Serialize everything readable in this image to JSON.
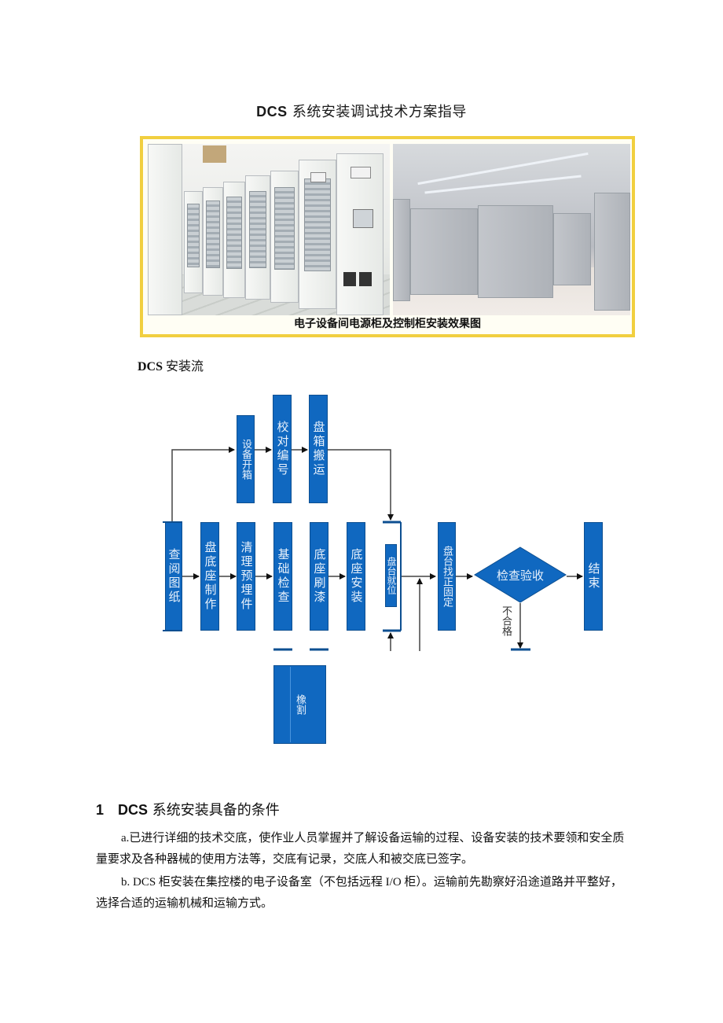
{
  "document": {
    "title_prefix": "DCS",
    "title_rest": " 系统安装调试技术方案指导",
    "figure": {
      "caption": "电子设备间电源柜及控制柜安装效果图",
      "left_photo": "equipment-room-power-cabinets-photo",
      "right_photo": "control-cabinet-room-photo",
      "frame_color": "#f1cf3f"
    },
    "flow_heading_prefix": "DCS",
    "flow_heading_rest": " 安装流",
    "flowchart": {
      "box_color": "#1068c0",
      "top_row": [
        {
          "id": "unpack",
          "label": "设备开箱"
        },
        {
          "id": "verify",
          "label": "校对编号"
        },
        {
          "id": "transport",
          "label": "盘箱搬运"
        }
      ],
      "main_row": [
        {
          "id": "review",
          "label": "查阅图纸"
        },
        {
          "id": "base-make",
          "label": "盘底座制作"
        },
        {
          "id": "clean",
          "label": "清理预埋件"
        },
        {
          "id": "foundation",
          "label": "基础检查"
        },
        {
          "id": "paint",
          "label": "底座刷漆"
        },
        {
          "id": "base-install",
          "label": "底座安装"
        },
        {
          "id": "position",
          "label": "盘台就位"
        },
        {
          "id": "align",
          "label": "盘台找正固定"
        }
      ],
      "decision": {
        "label": "检查验收",
        "reject_label": "不合格"
      },
      "end": {
        "label": "结束"
      },
      "bottom_box": {
        "label": "橡割"
      }
    },
    "section1": {
      "number": "1",
      "title_prefix": "DCS",
      "title_rest": " 系统安装具备的条件",
      "paragraphs": [
        "a.已进行详细的技术交底，使作业人员掌握并了解设备运输的过程、设备安装的技术要领和安全质量要求及各种器械的使用方法等，交底有记录，交底人和被交底已签字。",
        "b. DCS 柜安装在集控楼的电子设备室（不包括远程 I/O 柜）。运输前先勘察好沿途道路并平整好，选择合适的运输机械和运输方式。"
      ]
    }
  }
}
